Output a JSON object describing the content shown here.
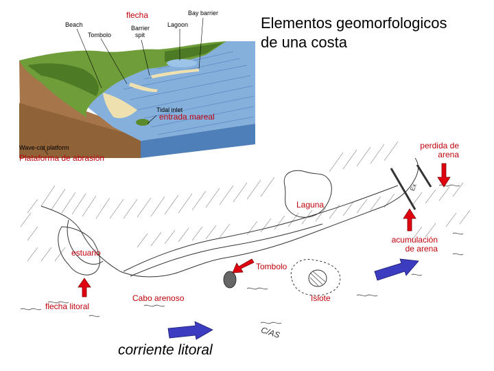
{
  "title": {
    "line1": "Elementos geomorfologicos",
    "line2": "de una costa"
  },
  "block_diagram_labels": {
    "beach": "Beach",
    "tombolo": "Tombolo",
    "barrier_spit_1": "Barrier",
    "barrier_spit_2": "spit",
    "lagoon": "Lagoon",
    "bay_barrier": "Bay barrier",
    "tidal_inlet": "Tidal inlet",
    "wave_cut_platform": "Wave-cut platform"
  },
  "red_labels": {
    "flecha": "flecha",
    "entrada_mareal": "entrada mareal",
    "plataforma": "Plataforma de abrasión",
    "perdida_1": "perdida de",
    "perdida_2": "arena",
    "laguna": "Laguna",
    "acumulacion_1": "acumulación",
    "acumulacion_2": "de arena",
    "estuario": "estuario",
    "tombolo": "Tombolo",
    "cabo": "Cabo arenoso",
    "islote": "Islote",
    "flecha_litoral": "flecha litoral"
  },
  "sketch_text": {
    "signature": "C/AS",
    "sign": "Ex"
  },
  "caption": "corriente litoral",
  "colors": {
    "red": "#c0000b",
    "arrow_red": "#e00010",
    "arrow_blue": "#3c3cc0",
    "sea": "#7fa9d8",
    "land_green": "#6f9d3a",
    "cliff": "#b28050",
    "sand": "#efe0b0"
  }
}
